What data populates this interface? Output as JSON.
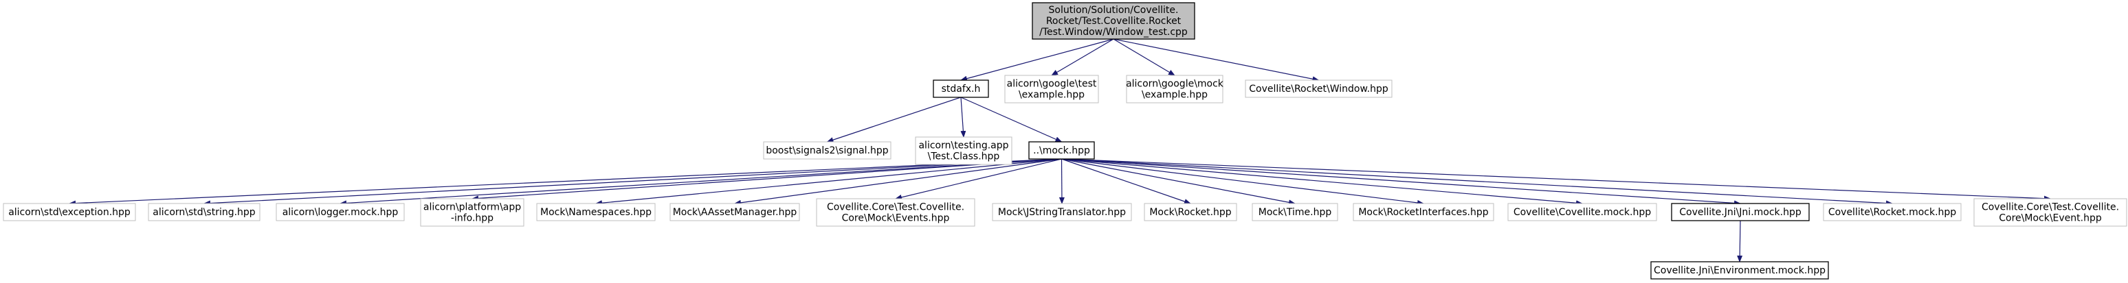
{
  "colors": {
    "background": "#ffffff",
    "root_fill": "#bfbfbf",
    "dark_border": "#000000",
    "light_border": "#bfbfbf",
    "edge": "#191970",
    "text": "#000000"
  },
  "nodes": [
    {
      "id": "root",
      "lines": [
        "Solution/Solution/Covellite.",
        "Rocket/Test.Covellite.Rocket",
        "/Test.Window/Window_test.cpp"
      ],
      "style": "root"
    },
    {
      "id": "stdafx",
      "lines": [
        "stdafx.h"
      ],
      "style": "dark"
    },
    {
      "id": "google_test",
      "lines": [
        "alicorn\\google\\test",
        "\\example.hpp"
      ],
      "style": "light"
    },
    {
      "id": "google_mock",
      "lines": [
        "alicorn\\google\\mock",
        "\\example.hpp"
      ],
      "style": "light"
    },
    {
      "id": "rocket_window",
      "lines": [
        "Covellite\\Rocket\\Window.hpp"
      ],
      "style": "light"
    },
    {
      "id": "boost_signal",
      "lines": [
        "boost\\signals2\\signal.hpp"
      ],
      "style": "light"
    },
    {
      "id": "testing_app",
      "lines": [
        "alicorn\\testing.app",
        "\\Test.Class.hpp"
      ],
      "style": "light"
    },
    {
      "id": "mock_hpp",
      "lines": [
        "..\\mock.hpp"
      ],
      "style": "dark"
    },
    {
      "id": "std_exception",
      "lines": [
        "alicorn\\std\\exception.hpp"
      ],
      "style": "light"
    },
    {
      "id": "std_string",
      "lines": [
        "alicorn\\std\\string.hpp"
      ],
      "style": "light"
    },
    {
      "id": "logger_mock",
      "lines": [
        "alicorn\\logger.mock.hpp"
      ],
      "style": "light"
    },
    {
      "id": "platform_info",
      "lines": [
        "alicorn\\platform\\app",
        "-info.hpp"
      ],
      "style": "light"
    },
    {
      "id": "mock_namespaces",
      "lines": [
        "Mock\\Namespaces.hpp"
      ],
      "style": "light"
    },
    {
      "id": "mock_aasset",
      "lines": [
        "Mock\\AAssetManager.hpp"
      ],
      "style": "light"
    },
    {
      "id": "core_events",
      "lines": [
        "Covellite.Core\\Test.Covellite.",
        "Core\\Mock\\Events.hpp"
      ],
      "style": "light"
    },
    {
      "id": "mock_jstring",
      "lines": [
        "Mock\\JStringTranslator.hpp"
      ],
      "style": "light"
    },
    {
      "id": "mock_rocket",
      "lines": [
        "Mock\\Rocket.hpp"
      ],
      "style": "light"
    },
    {
      "id": "mock_time",
      "lines": [
        "Mock\\Time.hpp"
      ],
      "style": "light"
    },
    {
      "id": "mock_rocket_interfaces",
      "lines": [
        "Mock\\RocketInterfaces.hpp"
      ],
      "style": "light"
    },
    {
      "id": "covellite_mock",
      "lines": [
        "Covellite\\Covellite.mock.hpp"
      ],
      "style": "light"
    },
    {
      "id": "jni_mock",
      "lines": [
        "Covellite.Jni\\Jni.mock.hpp"
      ],
      "style": "dark"
    },
    {
      "id": "rocket_mock",
      "lines": [
        "Covellite\\Rocket.mock.hpp"
      ],
      "style": "light"
    },
    {
      "id": "core_event",
      "lines": [
        "Covellite.Core\\Test.Covellite.",
        "Core\\Mock\\Event.hpp"
      ],
      "style": "light"
    },
    {
      "id": "jni_environment",
      "lines": [
        "Covellite.Jni\\Environment.mock.hpp"
      ],
      "style": "dark"
    }
  ],
  "edges": [
    [
      "root",
      "stdafx"
    ],
    [
      "root",
      "google_test"
    ],
    [
      "root",
      "google_mock"
    ],
    [
      "root",
      "rocket_window"
    ],
    [
      "stdafx",
      "boost_signal"
    ],
    [
      "stdafx",
      "testing_app"
    ],
    [
      "stdafx",
      "mock_hpp"
    ],
    [
      "mock_hpp",
      "std_exception"
    ],
    [
      "mock_hpp",
      "std_string"
    ],
    [
      "mock_hpp",
      "logger_mock"
    ],
    [
      "mock_hpp",
      "platform_info"
    ],
    [
      "mock_hpp",
      "mock_namespaces"
    ],
    [
      "mock_hpp",
      "mock_aasset"
    ],
    [
      "mock_hpp",
      "core_events"
    ],
    [
      "mock_hpp",
      "mock_jstring"
    ],
    [
      "mock_hpp",
      "mock_rocket"
    ],
    [
      "mock_hpp",
      "mock_time"
    ],
    [
      "mock_hpp",
      "mock_rocket_interfaces"
    ],
    [
      "mock_hpp",
      "covellite_mock"
    ],
    [
      "mock_hpp",
      "jni_mock"
    ],
    [
      "mock_hpp",
      "rocket_mock"
    ],
    [
      "mock_hpp",
      "core_event"
    ],
    [
      "jni_mock",
      "jni_environment"
    ]
  ]
}
